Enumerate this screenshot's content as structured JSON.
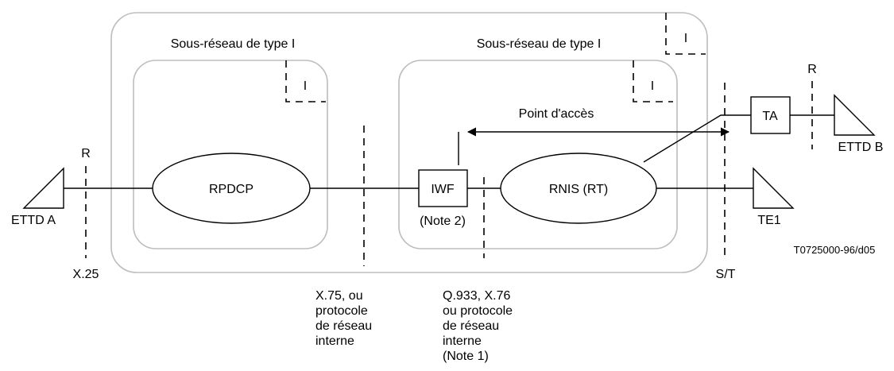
{
  "subnet_left": {
    "title": "Sous-réseau de type I",
    "corner_tag": "I"
  },
  "subnet_right": {
    "title": "Sous-réseau de type I",
    "corner_tag": "I"
  },
  "outer_corner_tag": "I",
  "nodes": {
    "rpdcp": "RPDCP",
    "rnis": "RNIS (RT)",
    "iwf": "IWF",
    "iwf_note": "(Note 2)",
    "ta": "TA"
  },
  "terminals": {
    "ettd_a": "ETTD A",
    "ettd_b": "ETTD B",
    "te1": "TE1"
  },
  "access_point": "Point d'accès",
  "reference_points": {
    "r_left": "R",
    "r_right": "R",
    "x25": "X.25",
    "st": "S/T"
  },
  "interface_x75": [
    "X.75, ou",
    "protocole",
    "de réseau",
    "interne"
  ],
  "interface_q933": [
    "Q.933, X.76",
    "ou protocole",
    "de réseau",
    "interne",
    "(Note 1)"
  ],
  "figure_id": "T0725000-96/d05"
}
